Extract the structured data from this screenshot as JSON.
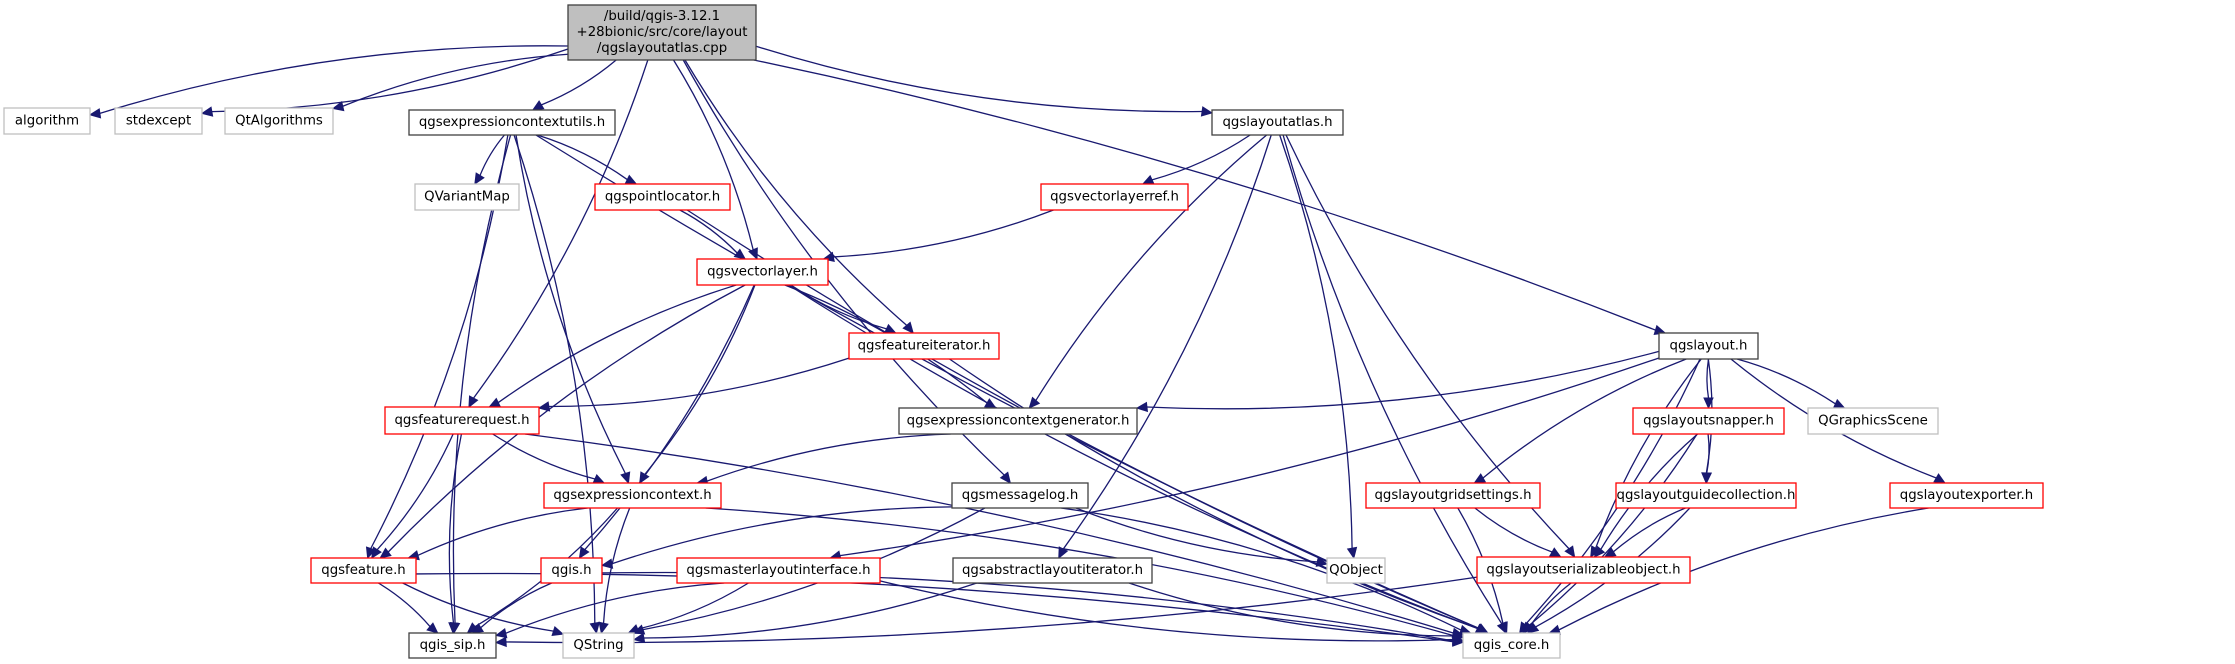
{
  "diagram": {
    "title": "Include dependency graph for qgslayoutatlas.cpp",
    "colors": {
      "edge": "#191970",
      "root_fill": "#bfbfbf",
      "root_border": "#404040",
      "documented_border": "#404040",
      "truncated_border": "#ff0000",
      "external_border": "#bfbfbf"
    },
    "nodes": [
      {
        "id": "root",
        "lines": [
          "/build/qgis-3.12.1",
          "+28bionic/src/core/layout",
          "/qgslayoutatlas.cpp"
        ],
        "kind": "root"
      },
      {
        "id": "algorithm",
        "lines": [
          "algorithm"
        ],
        "kind": "external"
      },
      {
        "id": "stdexcept",
        "lines": [
          "stdexcept"
        ],
        "kind": "external"
      },
      {
        "id": "QtAlgorithms",
        "lines": [
          "QtAlgorithms"
        ],
        "kind": "external"
      },
      {
        "id": "qgsexpressioncontextutils",
        "lines": [
          "qgsexpressioncontextutils.h"
        ],
        "kind": "documented"
      },
      {
        "id": "qgslayoutatlas",
        "lines": [
          "qgslayoutatlas.h"
        ],
        "kind": "documented"
      },
      {
        "id": "QVariantMap",
        "lines": [
          "QVariantMap"
        ],
        "kind": "external"
      },
      {
        "id": "qgspointlocator",
        "lines": [
          "qgspointlocator.h"
        ],
        "kind": "truncated"
      },
      {
        "id": "qgsvectorlayerref",
        "lines": [
          "qgsvectorlayerref.h"
        ],
        "kind": "truncated"
      },
      {
        "id": "qgsvectorlayer",
        "lines": [
          "qgsvectorlayer.h"
        ],
        "kind": "truncated"
      },
      {
        "id": "qgsfeatureiterator",
        "lines": [
          "qgsfeatureiterator.h"
        ],
        "kind": "truncated"
      },
      {
        "id": "qgslayout",
        "lines": [
          "qgslayout.h"
        ],
        "kind": "documented"
      },
      {
        "id": "qgsfeaturerequest",
        "lines": [
          "qgsfeaturerequest.h"
        ],
        "kind": "truncated"
      },
      {
        "id": "qgsexpressioncontextgenerator",
        "lines": [
          "qgsexpressioncontextgenerator.h"
        ],
        "kind": "documented"
      },
      {
        "id": "qgslayoutsnapper",
        "lines": [
          "qgslayoutsnapper.h"
        ],
        "kind": "truncated"
      },
      {
        "id": "QGraphicsScene",
        "lines": [
          "QGraphicsScene"
        ],
        "kind": "external"
      },
      {
        "id": "qgsexpressioncontext",
        "lines": [
          "qgsexpressioncontext.h"
        ],
        "kind": "truncated"
      },
      {
        "id": "qgsmessagelog",
        "lines": [
          "qgsmessagelog.h"
        ],
        "kind": "documented"
      },
      {
        "id": "qgslayoutgridsettings",
        "lines": [
          "qgslayoutgridsettings.h"
        ],
        "kind": "truncated"
      },
      {
        "id": "qgslayoutguidecollection",
        "lines": [
          "qgslayoutguidecollection.h"
        ],
        "kind": "truncated"
      },
      {
        "id": "qgslayoutexporter",
        "lines": [
          "qgslayoutexporter.h"
        ],
        "kind": "truncated"
      },
      {
        "id": "qgsfeature",
        "lines": [
          "qgsfeature.h"
        ],
        "kind": "truncated"
      },
      {
        "id": "qgis",
        "lines": [
          "qgis.h"
        ],
        "kind": "truncated"
      },
      {
        "id": "qgsmasterlayoutinterface",
        "lines": [
          "qgsmasterlayoutinterface.h"
        ],
        "kind": "truncated"
      },
      {
        "id": "qgsabstractlayoutiterator",
        "lines": [
          "qgsabstractlayoutiterator.h"
        ],
        "kind": "documented"
      },
      {
        "id": "QObject",
        "lines": [
          "QObject"
        ],
        "kind": "external"
      },
      {
        "id": "qgslayoutserializableobject",
        "lines": [
          "qgslayoutserializableobject.h"
        ],
        "kind": "truncated"
      },
      {
        "id": "qgis_sip",
        "lines": [
          "qgis_sip.h"
        ],
        "kind": "documented"
      },
      {
        "id": "QString",
        "lines": [
          "QString"
        ],
        "kind": "external"
      },
      {
        "id": "qgis_core",
        "lines": [
          "qgis_core.h"
        ],
        "kind": "external"
      }
    ],
    "edges": [
      [
        "root",
        "algorithm"
      ],
      [
        "root",
        "stdexcept"
      ],
      [
        "root",
        "QtAlgorithms"
      ],
      [
        "root",
        "qgsexpressioncontextutils"
      ],
      [
        "root",
        "qgslayoutatlas"
      ],
      [
        "root",
        "qgsvectorlayer"
      ],
      [
        "root",
        "qgsfeatureiterator"
      ],
      [
        "root",
        "qgsfeaturerequest"
      ],
      [
        "root",
        "qgsmessagelog"
      ],
      [
        "root",
        "qgslayout"
      ],
      [
        "qgsexpressioncontextutils",
        "QVariantMap"
      ],
      [
        "qgsexpressioncontextutils",
        "qgspointlocator"
      ],
      [
        "qgsexpressioncontextutils",
        "qgsexpressioncontext"
      ],
      [
        "qgsexpressioncontextutils",
        "qgsfeature"
      ],
      [
        "qgsexpressioncontextutils",
        "qgis_sip"
      ],
      [
        "qgsexpressioncontextutils",
        "QString"
      ],
      [
        "qgsexpressioncontextutils",
        "qgis_core"
      ],
      [
        "qgslayoutatlas",
        "qgsvectorlayerref"
      ],
      [
        "qgslayoutatlas",
        "qgsexpressioncontextgenerator"
      ],
      [
        "qgslayoutatlas",
        "qgsabstractlayoutiterator"
      ],
      [
        "qgslayoutatlas",
        "qgslayoutserializableobject"
      ],
      [
        "qgslayoutatlas",
        "QObject"
      ],
      [
        "qgslayoutatlas",
        "qgis_core"
      ],
      [
        "qgspointlocator",
        "qgsvectorlayer"
      ],
      [
        "qgspointlocator",
        "qgis_core"
      ],
      [
        "qgsvectorlayerref",
        "qgsvectorlayer"
      ],
      [
        "qgsvectorlayer",
        "qgsfeatureiterator"
      ],
      [
        "qgsvectorlayer",
        "qgsexpressioncontextgenerator"
      ],
      [
        "qgsvectorlayer",
        "qgsfeaturerequest"
      ],
      [
        "qgsvectorlayer",
        "qgsexpressioncontext"
      ],
      [
        "qgsvectorlayer",
        "qgsfeature"
      ],
      [
        "qgsvectorlayer",
        "qgis"
      ],
      [
        "qgsvectorlayer",
        "qgis_core"
      ],
      [
        "qgsfeatureiterator",
        "qgsfeaturerequest"
      ],
      [
        "qgsfeatureiterator",
        "qgis_core"
      ],
      [
        "qgslayout",
        "qgsexpressioncontextgenerator"
      ],
      [
        "qgslayout",
        "qgslayoutsnapper"
      ],
      [
        "qgslayout",
        "QGraphicsScene"
      ],
      [
        "qgslayout",
        "qgslayoutgridsettings"
      ],
      [
        "qgslayout",
        "qgslayoutguidecollection"
      ],
      [
        "qgslayout",
        "qgslayoutexporter"
      ],
      [
        "qgslayout",
        "qgsmasterlayoutinterface"
      ],
      [
        "qgslayout",
        "qgslayoutserializableobject"
      ],
      [
        "qgslayout",
        "qgis_core"
      ],
      [
        "qgsfeaturerequest",
        "qgsexpressioncontext"
      ],
      [
        "qgsfeaturerequest",
        "qgsfeature"
      ],
      [
        "qgsfeaturerequest",
        "qgis_sip"
      ],
      [
        "qgsfeaturerequest",
        "qgis_core"
      ],
      [
        "qgsexpressioncontextgenerator",
        "qgsexpressioncontext"
      ],
      [
        "qgslayoutsnapper",
        "qgslayoutguidecollection"
      ],
      [
        "qgslayoutsnapper",
        "qgslayoutserializableobject"
      ],
      [
        "qgslayoutsnapper",
        "qgis_core"
      ],
      [
        "qgsexpressioncontext",
        "qgsfeature"
      ],
      [
        "qgsexpressioncontext",
        "qgis_sip"
      ],
      [
        "qgsexpressioncontext",
        "QString"
      ],
      [
        "qgsexpressioncontext",
        "qgis_core"
      ],
      [
        "qgsmessagelog",
        "qgis"
      ],
      [
        "qgsmessagelog",
        "QString"
      ],
      [
        "qgsmessagelog",
        "QObject"
      ],
      [
        "qgsmessagelog",
        "qgis_core"
      ],
      [
        "qgslayoutgridsettings",
        "qgslayoutserializableobject"
      ],
      [
        "qgslayoutgridsettings",
        "qgis_core"
      ],
      [
        "qgslayoutguidecollection",
        "qgslayoutserializableobject"
      ],
      [
        "qgslayoutguidecollection",
        "qgis_core"
      ],
      [
        "qgslayoutexporter",
        "qgis_core"
      ],
      [
        "qgsfeature",
        "qgis_sip"
      ],
      [
        "qgsfeature",
        "QString"
      ],
      [
        "qgsfeature",
        "qgis_core"
      ],
      [
        "qgis",
        "qgis_sip"
      ],
      [
        "qgis",
        "qgis_core"
      ],
      [
        "qgsmasterlayoutinterface",
        "qgis_sip"
      ],
      [
        "qgsmasterlayoutinterface",
        "QString"
      ],
      [
        "qgsmasterlayoutinterface",
        "qgis_core"
      ],
      [
        "qgsabstractlayoutiterator",
        "QString"
      ],
      [
        "qgsabstractlayoutiterator",
        "qgis_core"
      ],
      [
        "qgslayoutserializableobject",
        "qgis_sip"
      ],
      [
        "qgslayoutserializableobject",
        "qgis_core"
      ]
    ]
  }
}
